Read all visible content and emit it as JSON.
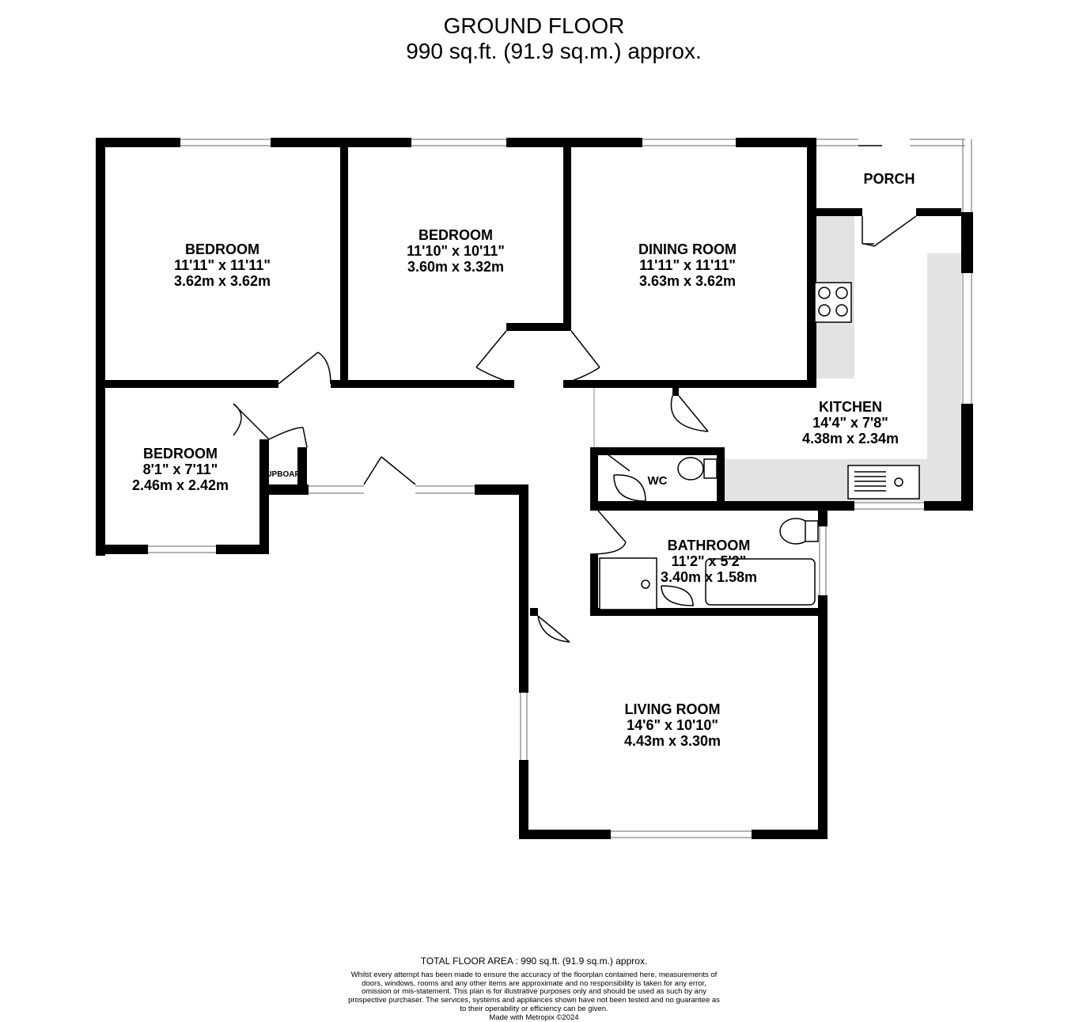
{
  "header": {
    "title": "GROUND FLOOR",
    "area": "990 sq.ft. (91.9 sq.m.) approx."
  },
  "rooms": [
    {
      "name": "BEDROOM",
      "imperial": "11'11\"  x 11'11\"",
      "metric": "3.62m  x 3.62m"
    },
    {
      "name": "BEDROOM",
      "imperial": "11'10\"  x 10'11\"",
      "metric": "3.60m  x 3.32m"
    },
    {
      "name": "DINING ROOM",
      "imperial": "11'11\"  x 11'11\"",
      "metric": "3.63m  x 3.62m"
    },
    {
      "name": "PORCH"
    },
    {
      "name": "KITCHEN",
      "imperial": "14'4\"  x 7'8\"",
      "metric": "4.38m  x 2.34m"
    },
    {
      "name": "BEDROOM",
      "imperial": "8'1\"  x 7'11\"",
      "metric": "2.46m  x 2.42m"
    },
    {
      "name": "CUPBOARD"
    },
    {
      "name": "WC"
    },
    {
      "name": "BATHROOM",
      "imperial": "11'2\"  x 5'2\"",
      "metric": "3.40m  x 1.58m"
    },
    {
      "name": "LIVING ROOM",
      "imperial": "14'6\"  x 10'10\"",
      "metric": "4.43m  x 3.30m"
    }
  ],
  "footer": {
    "total": "TOTAL FLOOR AREA : 990 sq.ft. (91.9 sq.m.) approx.",
    "disclaimer": "Whilst every attempt has been made to ensure the accuracy of the floorplan contained here, measurements of doors, windows, rooms and any other items are approximate and no responsibility is taken for any error, omission or mis-statement. This plan is for illustrative purposes only and should be used as such by any prospective purchaser. The services, systems and appliances shown have not been tested and no guarantee as to their operability or efficiency can be given.",
    "credit": "Made with Metropix ©2024"
  }
}
